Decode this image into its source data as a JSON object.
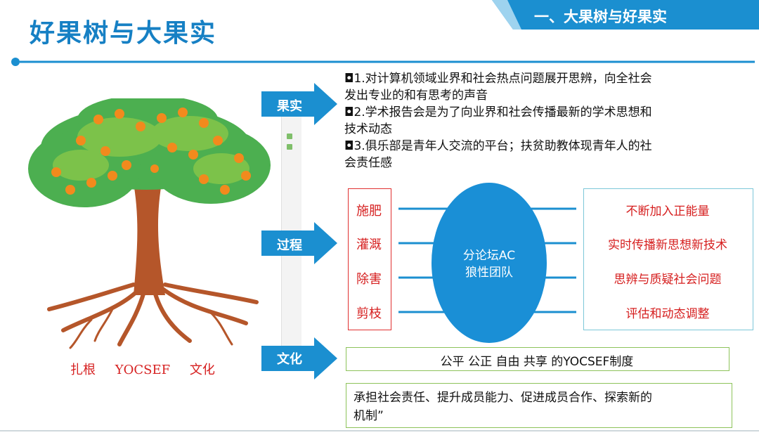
{
  "header": {
    "title": "好果树与大果实",
    "banner": "一、大果树与好果实"
  },
  "tree": {
    "caption": [
      "扎根",
      "YOCSEF",
      "文化"
    ]
  },
  "arrows": {
    "fruit": "果实",
    "process": "过程",
    "culture": "文化"
  },
  "fruit_text": [
    "◘1.对计算机领域业界和社会热点问题展开思辨，向全社会",
    "发出专业的和有思考的声音",
    "◘2.学术报告会是为了向业界和社会传播最新的学术思想和",
    "技术动态",
    "◘3.俱乐部是青年人交流的平台；扶贫助教体现青年人的社",
    "会责任感"
  ],
  "process": {
    "left": [
      "施肥",
      "灌溉",
      "除害",
      "剪枝"
    ],
    "center": [
      "分论坛AC",
      "狼性团队"
    ],
    "right": [
      "不断加入正能量",
      "实时传播新思想新技术",
      "思辨与质疑社会问题",
      "评估和动态调整"
    ]
  },
  "culture": {
    "box1": "公平  公正 自由 共享 的YOCSEF制度",
    "box2": [
      "承担社会责任、提升成员能力、促进成员合作、探索新的",
      "机制”"
    ]
  },
  "colors": {
    "title_blue": "#1680c4",
    "arrow_blue": "#1b8fd0",
    "ellipse_blue": "#1a8fd6",
    "accent_red": "#d62020"
  }
}
